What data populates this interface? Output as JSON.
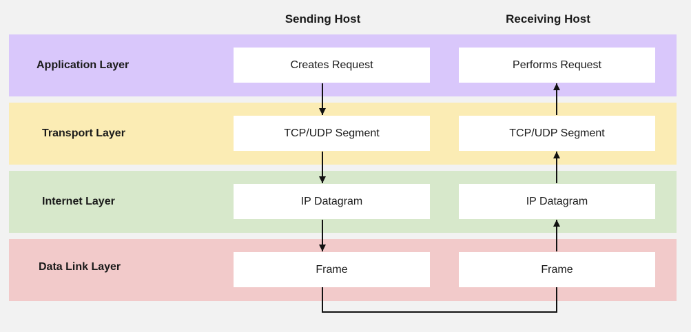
{
  "columns": {
    "sending": "Sending Host",
    "receiving": "Receiving Host"
  },
  "layers": [
    {
      "label": "Application Layer",
      "color": "#d9c7fb",
      "sending": "Creates Request",
      "receiving": "Performs Request"
    },
    {
      "label": "Transport Layer",
      "color": "#fbecb4",
      "sending": "TCP/UDP Segment",
      "receiving": "TCP/UDP Segment"
    },
    {
      "label": "Internet Layer",
      "color": "#d7e8cb",
      "sending": "IP Datagram",
      "receiving": "IP Datagram"
    },
    {
      "label": "Data Link Layer",
      "color": "#f2caca",
      "sending": "Frame",
      "receiving": "Frame"
    }
  ]
}
